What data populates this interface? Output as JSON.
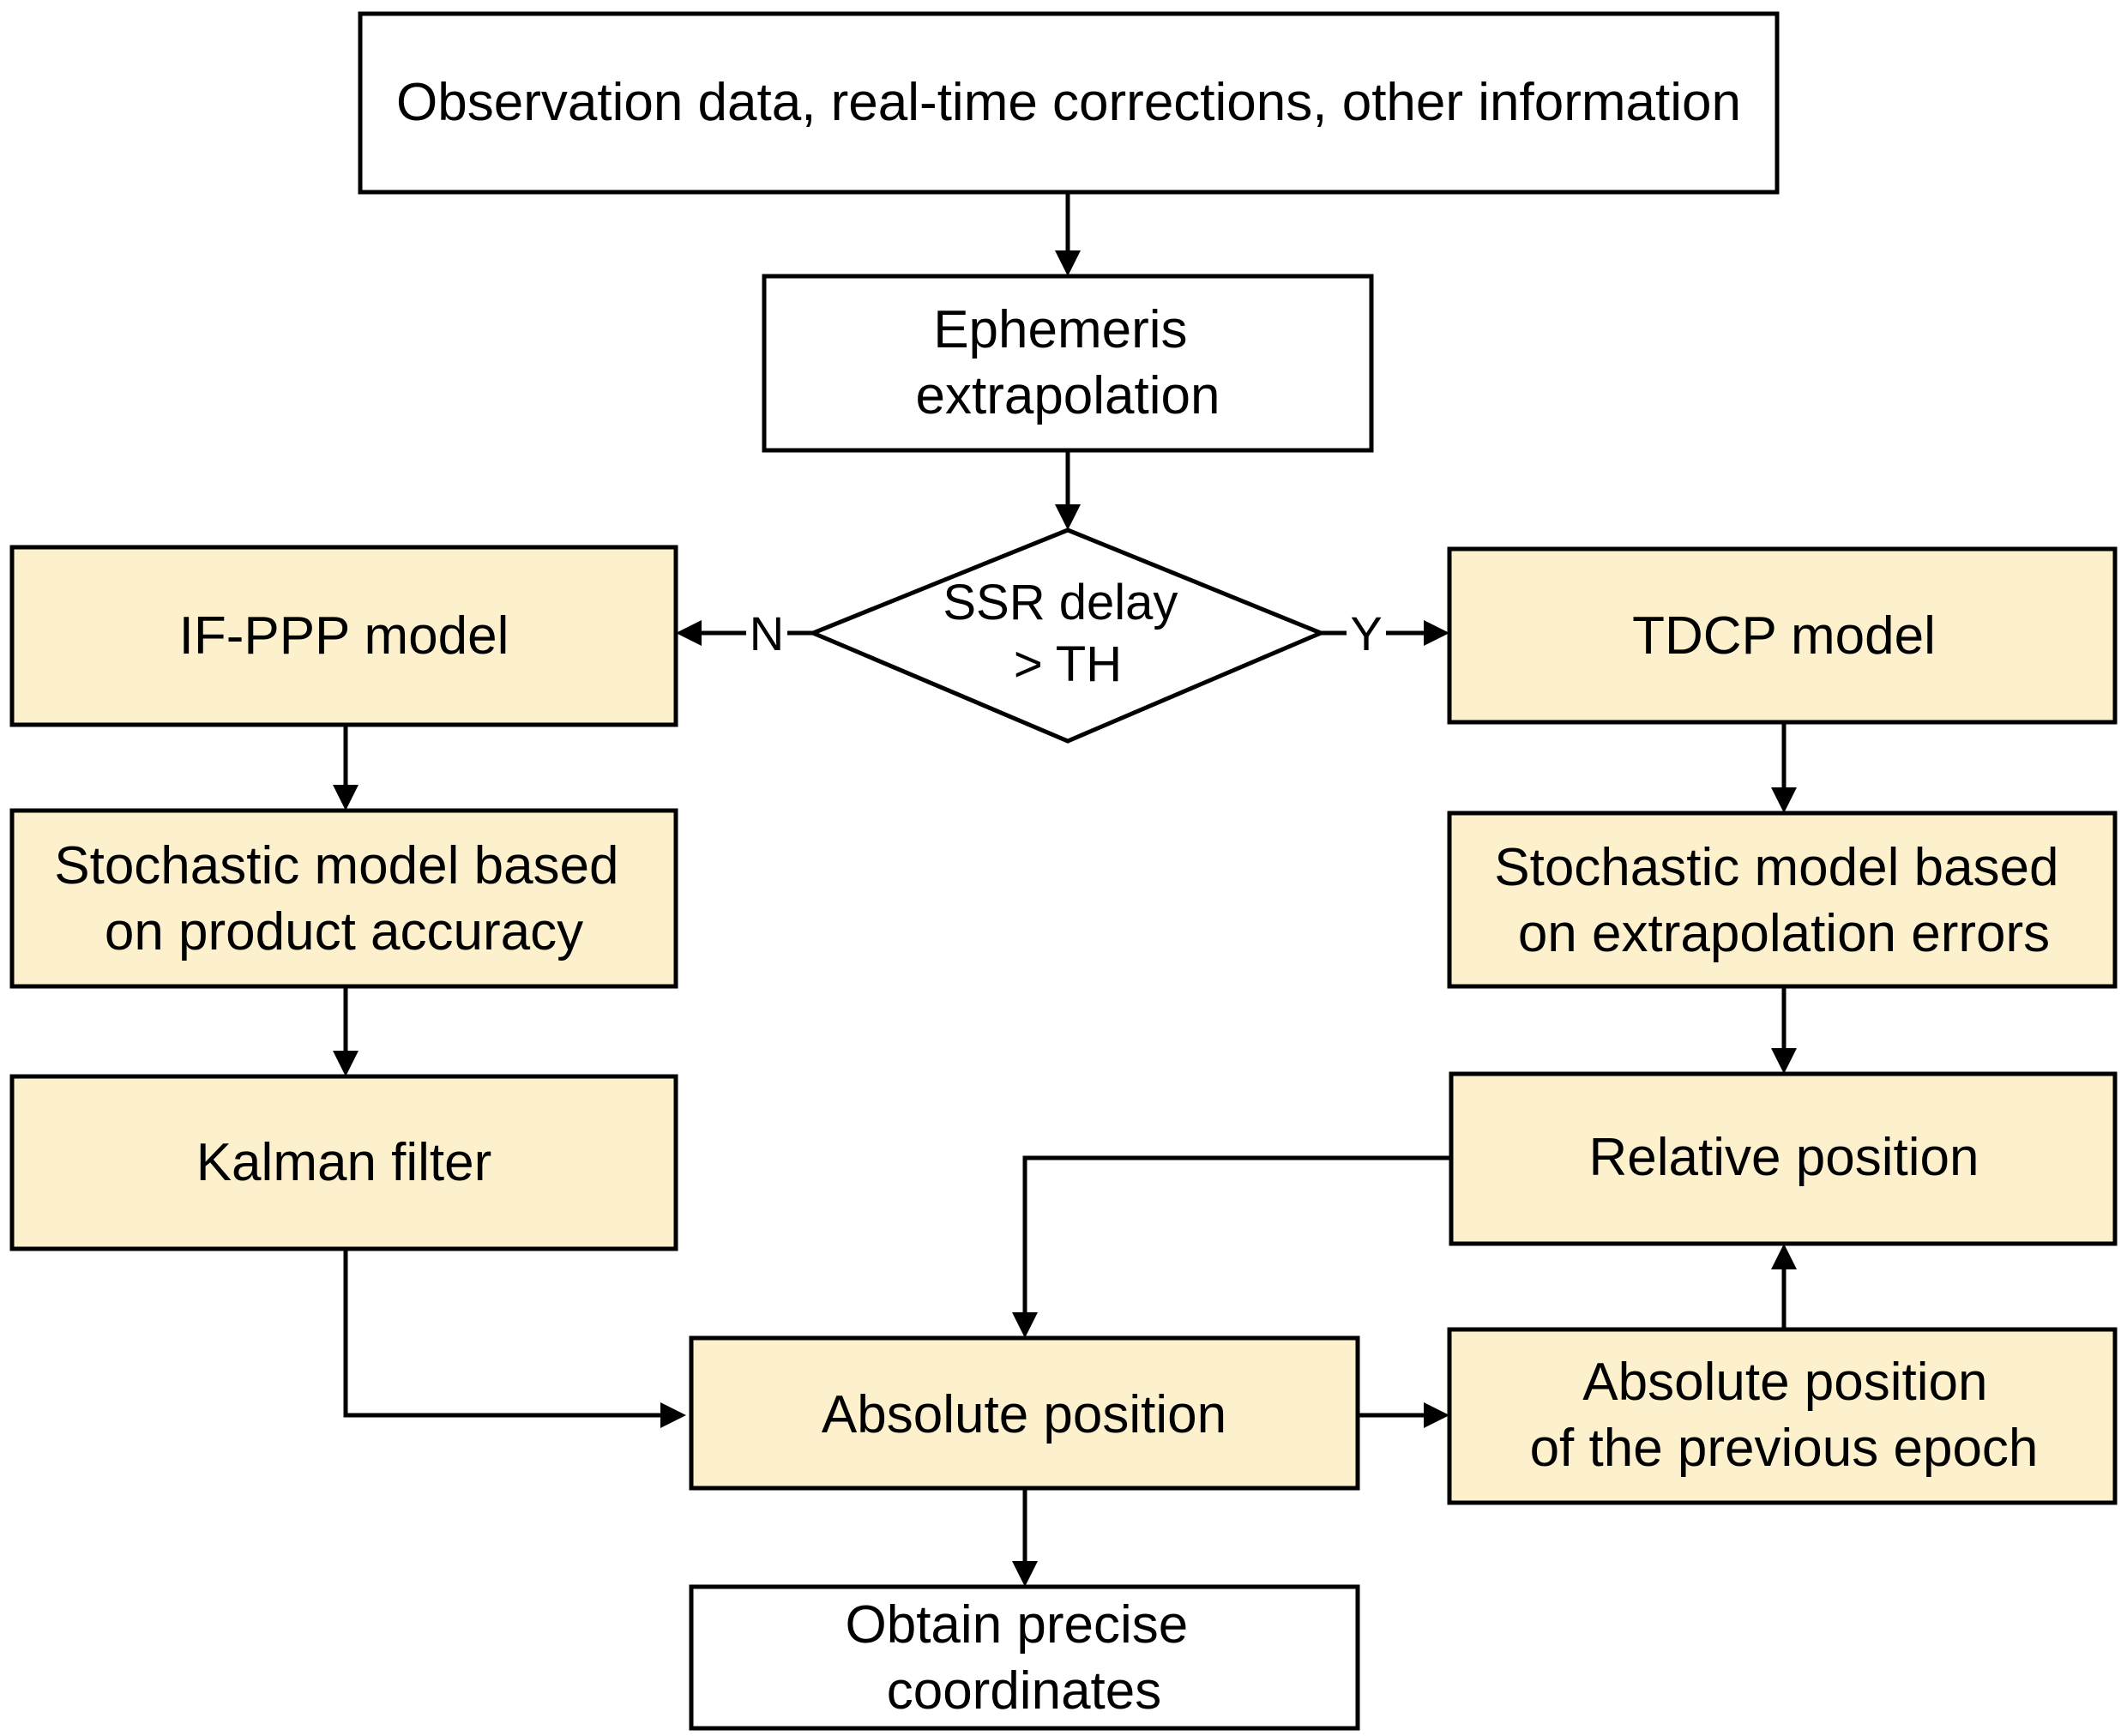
{
  "colors": {
    "process_fill": "#fdf0cc",
    "plain_fill": "#ffffff",
    "stroke": "#000000"
  },
  "nodes": {
    "input": {
      "lines": [
        "Observation data, real-time corrections, other information"
      ]
    },
    "ephemeris": {
      "lines": [
        "Ephemeris",
        "extrapolation"
      ]
    },
    "decision": {
      "lines": [
        "SSR delay",
        "> TH"
      ]
    },
    "ifppp": {
      "lines": [
        "IF-PPP model"
      ]
    },
    "stoch_left": {
      "lines": [
        "Stochastic model based",
        "on product accuracy"
      ]
    },
    "kalman": {
      "lines": [
        "Kalman filter"
      ]
    },
    "tdcp": {
      "lines": [
        "TDCP model"
      ]
    },
    "stoch_right": {
      "lines": [
        "Stochastic model based",
        "on extrapolation errors"
      ]
    },
    "relative": {
      "lines": [
        "Relative position"
      ]
    },
    "abs_prev": {
      "lines": [
        "Absolute position",
        "of the previous epoch"
      ]
    },
    "absolute": {
      "lines": [
        "Absolute position"
      ]
    },
    "output": {
      "lines": [
        "Obtain precise",
        "coordinates"
      ]
    }
  },
  "branches": {
    "no": "N",
    "yes": "Y"
  }
}
